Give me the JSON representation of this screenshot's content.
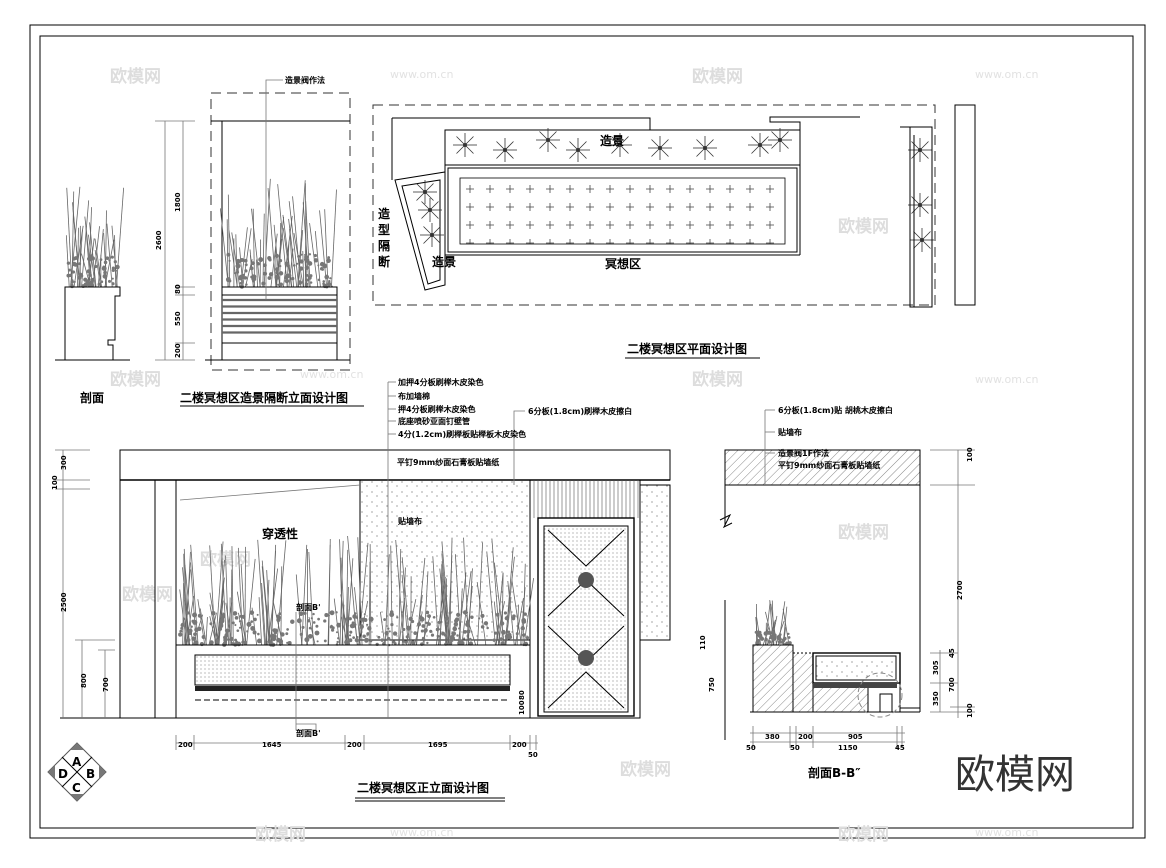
{
  "section_left": {
    "title": "剖面"
  },
  "partition_elevation": {
    "title": "二楼冥想区造景隔断立面设计图",
    "leader": "造景阀作法",
    "dims": [
      "2600",
      "1800",
      "80",
      "550",
      "200"
    ]
  },
  "plan": {
    "title": "二楼冥想区平面设计图",
    "label_landscape_top": "造景",
    "label_landscape_left": "造景",
    "label_meditation": "冥想区",
    "label_partition": [
      "造",
      "型",
      "隔",
      "断"
    ]
  },
  "front_elevation": {
    "title": "二楼冥想区正立面设计图",
    "notes": [
      "加押4分板刷榉木皮染色",
      "布加墙棉",
      "押4分板刷榉木皮染色",
      "底座喷砂亚面钉壁管",
      "4分(1.2cm)刷榉板贴榉板木皮染色"
    ],
    "note_board": "6分板(1.8cm)刷榉木皮擦白",
    "note_gypsum": "平钉9mm纱面石膏板贴墙纸",
    "label_transparent": "穿透性",
    "label_wallcloth": "贴墙布",
    "label_section_mark": "剖面B'",
    "label_section_mark2": "剖面B'",
    "dims_left": [
      "300",
      "100",
      "2500",
      "800",
      "700"
    ],
    "dims_bottom": [
      "200",
      "1645",
      "200",
      "1695",
      "200",
      "50"
    ],
    "dims_small": [
      "80",
      "100",
      "50"
    ]
  },
  "section_bb": {
    "title": "剖面B-B″",
    "notes": [
      "6分板(1.8cm)贴 胡桃木皮擦白",
      "贴墙布",
      "造景阀1F作法",
      "平钉9mm纱面石膏板贴墙纸"
    ],
    "dims_right": [
      "100",
      "2700",
      "45",
      "305",
      "700",
      "350",
      "100"
    ],
    "dims_left": [
      "110",
      "750"
    ],
    "dims_bottom_top": [
      "380",
      "200",
      "905"
    ],
    "dims_bottom_bottom": [
      "50",
      "50",
      "1150",
      "45"
    ]
  },
  "compass": {
    "letters": [
      "A",
      "B",
      "C",
      "D"
    ]
  },
  "watermark": {
    "brand": "欧模网",
    "site": "www.om.cn"
  }
}
